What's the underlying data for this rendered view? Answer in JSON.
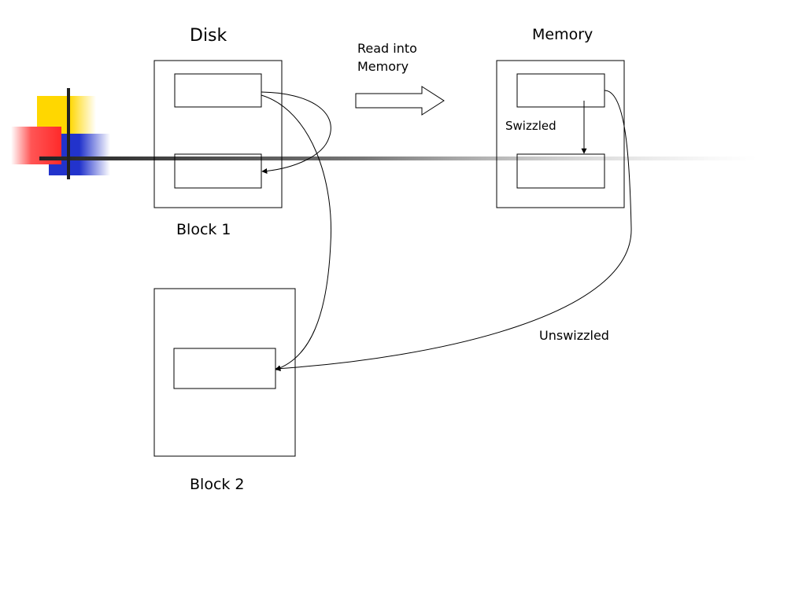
{
  "slide": {
    "disk_heading": "Disk",
    "memory_heading": "Memory",
    "read_into_memory": "Read into\nMemory",
    "block1_label": "Block 1",
    "block2_label": "Block 2",
    "swizzled_label": "Swizzled",
    "unswizzled_label": "Unswizzled"
  },
  "colors": {
    "deco_yellow": "#FFD700",
    "deco_red": "#FF3B3B",
    "deco_blue": "#2233CC",
    "line": "#000000"
  }
}
